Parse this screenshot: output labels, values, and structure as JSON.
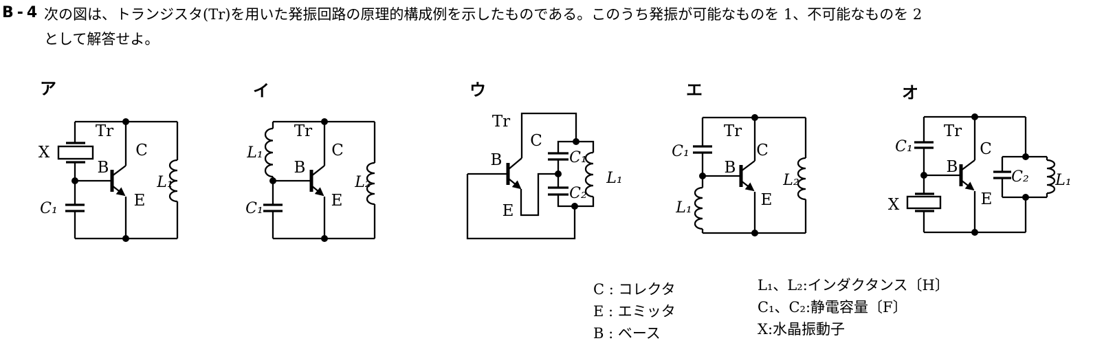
{
  "header": {
    "number": "B-4",
    "line1": "次の図は、トランジスタ(Tr)を用いた発振回路の原理的構成例を示したものである。このうち発振が可能なものを 1、不可能なものを 2",
    "line2": "として解答せよ。"
  },
  "circuits": [
    {
      "name": "ア",
      "transistor": "Tr",
      "collector": "C",
      "base": "B",
      "emitter": "E",
      "components": {
        "crystal": "X",
        "cap1": "C₁",
        "coil1": "L₁"
      }
    },
    {
      "name": "イ",
      "transistor": "Tr",
      "collector": "C",
      "base": "B",
      "emitter": "E",
      "components": {
        "coil1": "L₁",
        "cap1": "C₁",
        "coil2": "L₂"
      }
    },
    {
      "name": "ウ",
      "transistor": "Tr",
      "collector": "C",
      "base": "B",
      "emitter": "E",
      "components": {
        "cap1": "C₁",
        "cap2": "C₂",
        "coil1": "L₁"
      }
    },
    {
      "name": "エ",
      "transistor": "Tr",
      "collector": "C",
      "base": "B",
      "emitter": "E",
      "components": {
        "cap1": "C₁",
        "coil1": "L₁",
        "coil2": "L₂"
      }
    },
    {
      "name": "オ",
      "transistor": "Tr",
      "collector": "C",
      "base": "B",
      "emitter": "E",
      "components": {
        "cap1": "C₁",
        "crystal": "X",
        "cap2": "C₂",
        "coil1": "L₁"
      }
    }
  ],
  "legend": {
    "left": [
      "C : コレクタ",
      "E : エミッタ",
      "B : ベース"
    ],
    "right": [
      "L₁、L₂:インダクタンス〔H〕",
      "C₁、C₂:静電容量〔F〕",
      "X:水晶振動子"
    ]
  },
  "colors": {
    "ink": "#000000",
    "paper": "#ffffff"
  }
}
